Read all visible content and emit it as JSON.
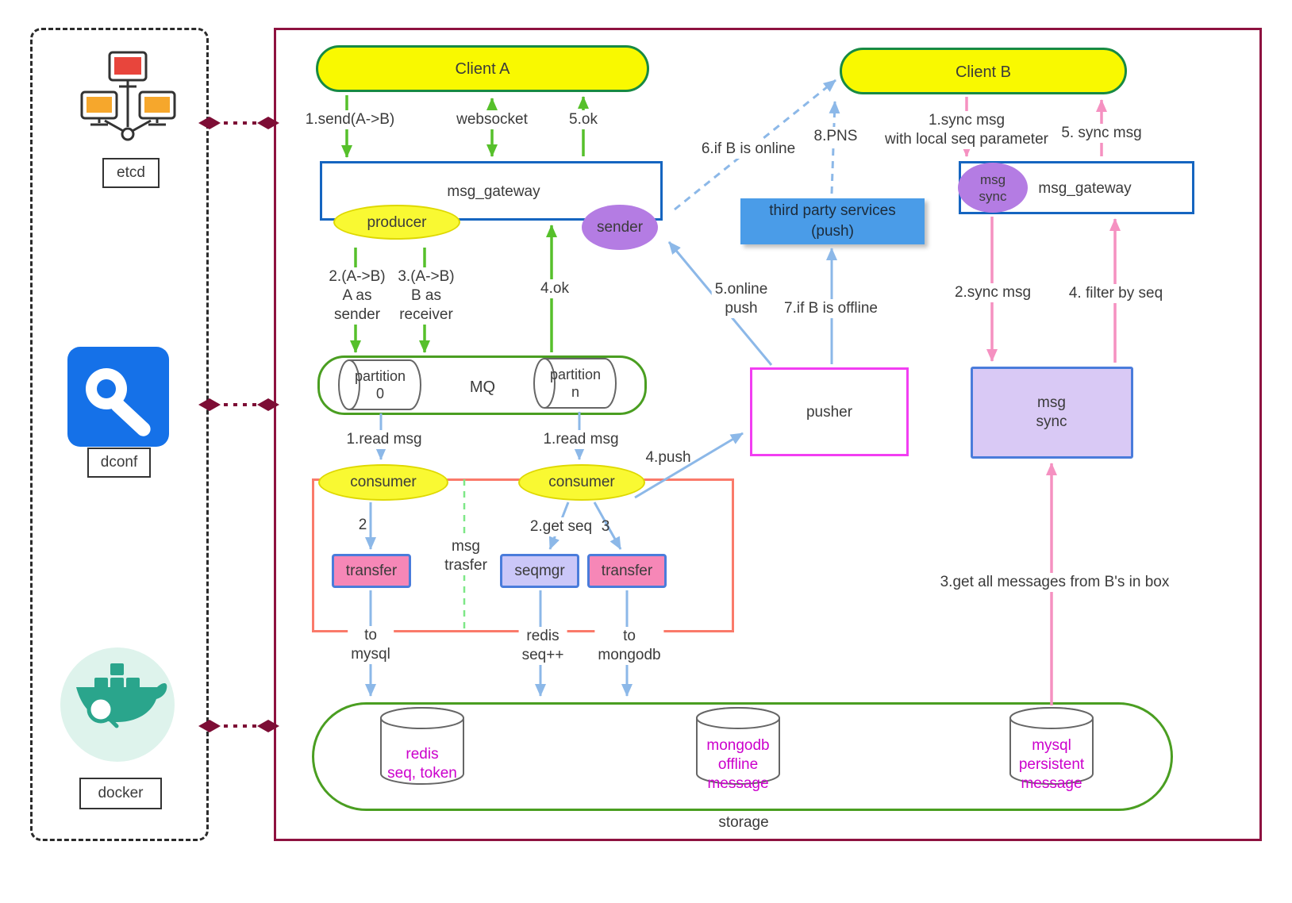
{
  "colors": {
    "main_border": "#8e1240",
    "green_arrow": "#56c02b",
    "blue_arrow": "#8cb8e8",
    "pink_arrow": "#f591c1",
    "maroon_arrow": "#7d0d35",
    "yellow_node": "#f9f900",
    "purple_node": "#b47ce3",
    "blue_box_border": "#1565c0",
    "green_box_border": "#4a9e21",
    "red_group_border": "#fa7a6a",
    "magenta_border": "#f23ef2",
    "pink_fill": "#f687b7",
    "lavender_fill": "#d9c9f5",
    "third_party_fill": "#4a9ce8",
    "db_text": "#cc00cc"
  },
  "left_panel": {
    "etcd": "etcd",
    "dconf": "dconf",
    "docker": "docker"
  },
  "clients": {
    "a": "Client A",
    "b": "Client B"
  },
  "gateway_a": {
    "title": "msg_gateway",
    "producer": "producer",
    "sender": "sender"
  },
  "send_flow": {
    "step1": "1.send(A->B)",
    "websocket": "websocket",
    "step5": "5.ok",
    "step2": "2.(A->B)\nA as\nsender",
    "step3": "3.(A->B)\nB as\nreceiver",
    "step4": "4.ok"
  },
  "mq": {
    "title": "MQ",
    "partition0": "partition\n0",
    "partitionN": "partition\nn"
  },
  "consume_flow": {
    "read_left": "1.read msg",
    "read_right": "1.read msg",
    "consumer_left": "consumer",
    "consumer_right": "consumer",
    "step2": "2",
    "get_seq": "2.get seq",
    "step3": "3",
    "group": "msg\ntrasfer",
    "transfer_left": "transfer",
    "seqmgr": "seqmgr",
    "transfer_right": "transfer",
    "to_mysql": "to\nmysql",
    "redis_seq": "redis\nseq++",
    "to_mongodb": "to\nmongodb",
    "push": "4.push"
  },
  "push_flow": {
    "pusher": "pusher",
    "online_push": "5.online\npush",
    "if_online": "6.if B is online",
    "if_offline": "7.if B is offline",
    "third_party": "third party services\n(push)",
    "pns": "8.PNS"
  },
  "gateway_b": {
    "title": "msg_gateway",
    "msg_sync": "msg\nsync"
  },
  "sync_flow": {
    "step1": "1.sync msg\nwith local seq parameter",
    "step5": "5. sync msg",
    "step2": "2.sync msg",
    "step4": "4. filter by seq",
    "msg_sync_box": "msg\nsync",
    "step3": "3.get all messages from B's in box"
  },
  "storage": {
    "title": "storage",
    "redis": "redis\nseq, token",
    "mongodb": "mongodb\noffline\nmessage",
    "mysql": "mysql\npersistent\nmessage"
  }
}
